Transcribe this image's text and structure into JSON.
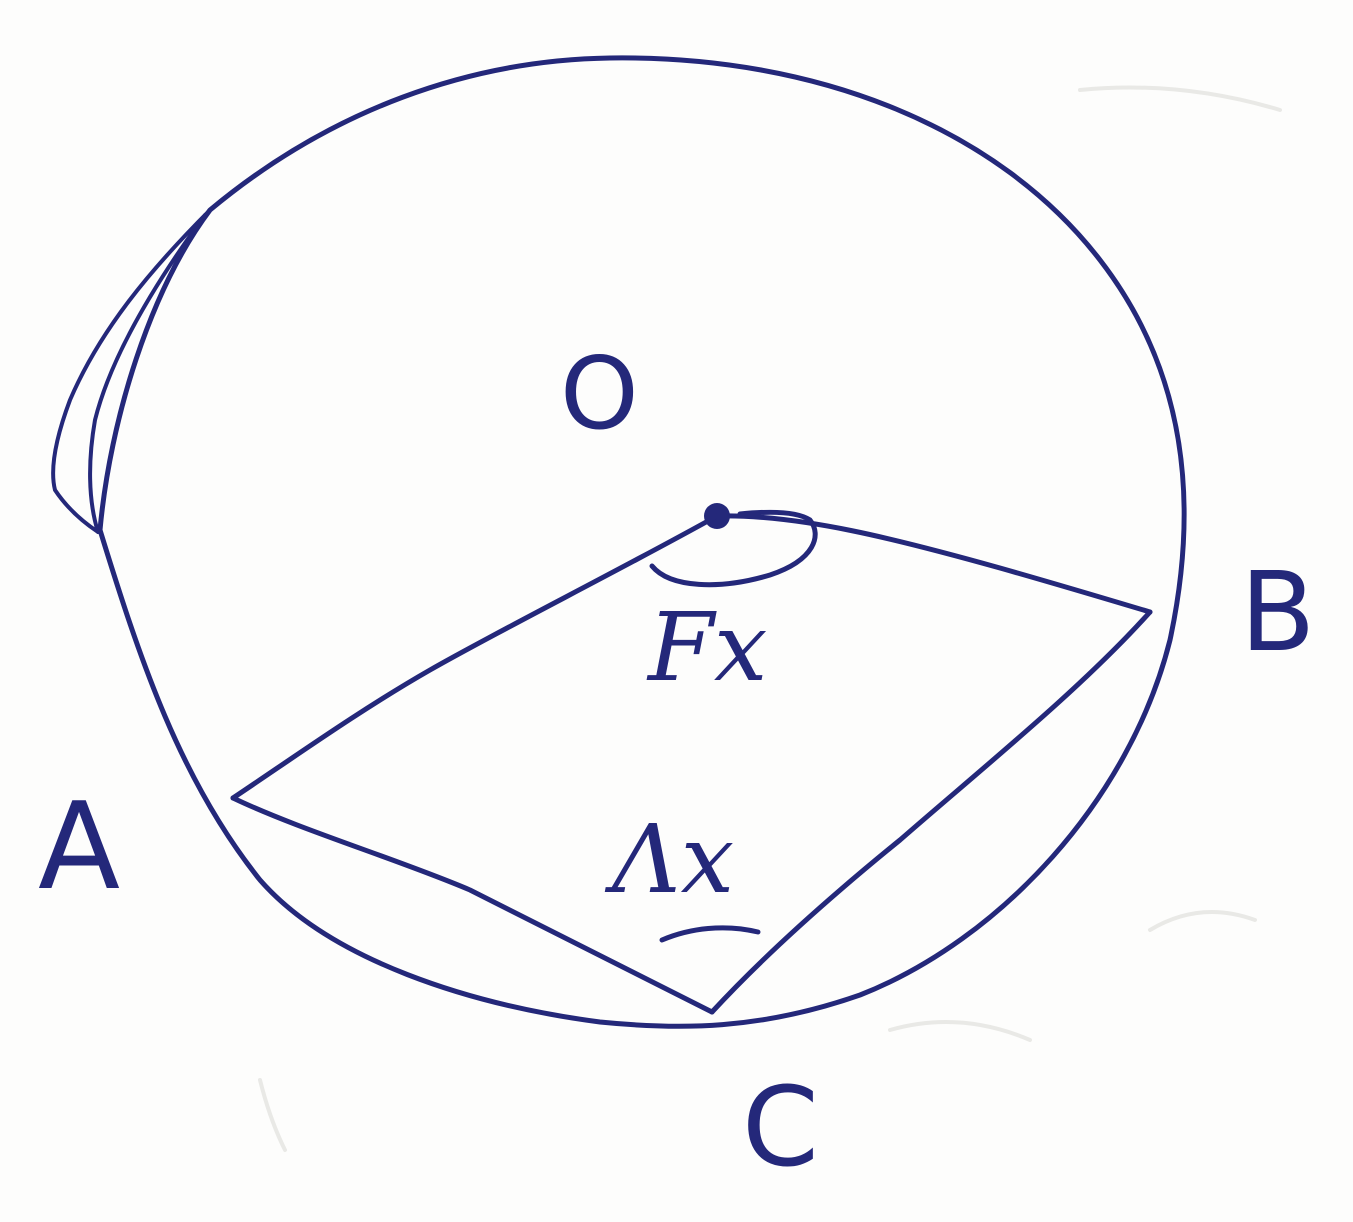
{
  "points": {
    "A": "A",
    "B": "B",
    "C": "C",
    "O": "O"
  },
  "angles": {
    "center_angle": "Fx",
    "inscribed_angle": "Λx"
  },
  "colors": {
    "ink": "#24287a",
    "paper": "#fdfdfc"
  }
}
